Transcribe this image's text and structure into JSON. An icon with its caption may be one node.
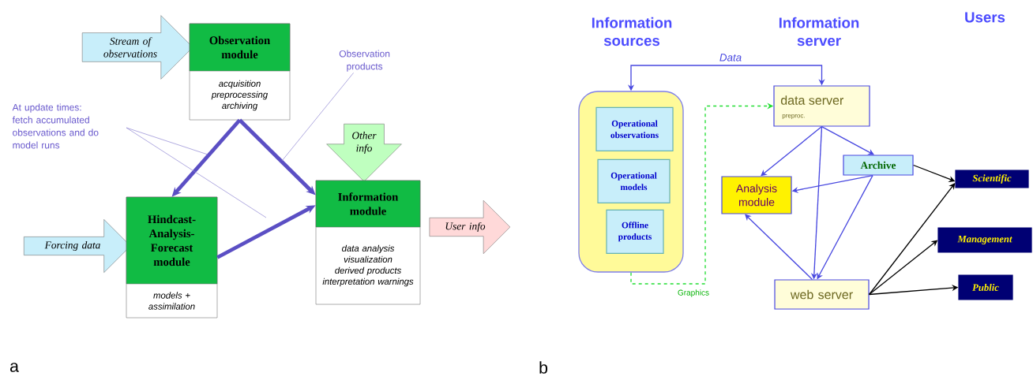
{
  "diagram": {
    "nodes": [
      {
        "text": [
          "Stream of observations"
        ]
      },
      {
        "text": [
          "Observation module",
          "acquisition preprocessing archiving"
        ]
      },
      {
        "text": [
          "Hindcast-Analysis-Forecast module",
          "models + assimilation"
        ]
      },
      {
        "text": [
          "Information module",
          "data analysis visualization derived products interpretation warnings"
        ]
      },
      {
        "text": [
          "Forcing data"
        ]
      },
      {
        "text": [
          "Other info"
        ]
      },
      {
        "text": [
          "User info"
        ]
      },
      {
        "text": [
          "At update times: fetch accumulated observations and do model runs"
        ]
      },
      {
        "text": [
          "Observation products"
        ]
      },
      {
        "text": [],
        "shape": "box"
      },
      {
        "text": [
          "Operational observations"
        ],
        "in": 9
      },
      {
        "text": [
          "Operational models"
        ],
        "in": 9
      },
      {
        "text": [
          "Offline products"
        ],
        "in": 9
      },
      {
        "text": [
          "data server",
          "preproc."
        ]
      },
      {
        "text": [
          "Archive"
        ]
      },
      {
        "text": [
          "Analysis module"
        ]
      },
      {
        "text": [
          "web server"
        ]
      },
      {
        "text": [
          "Scientific"
        ]
      },
      {
        "text": [
          "Management"
        ]
      },
      {
        "text": [
          "Public"
        ]
      }
    ],
    "edges": [
      {
        "from": 1,
        "to": 2,
        "arrow": "to",
        "style": "thick",
        "color": "#5b4fc4"
      },
      {
        "from": 1,
        "to": 3,
        "arrow": "to",
        "style": "thick",
        "color": "#5b4fc4"
      },
      {
        "from": 2,
        "to": 3,
        "arrow": "to",
        "style": "thick",
        "color": "#5b4fc4"
      },
      {
        "from": 7,
        "to": null,
        "arrow": "none",
        "color": "#8a80d0"
      },
      {
        "from": 7,
        "to": null,
        "arrow": "none",
        "color": "#8a80d0"
      },
      {
        "from": 8,
        "to": null,
        "arrow": "none",
        "color": "#8a80d0"
      },
      {
        "from": 9,
        "to": 13,
        "arrow": "both",
        "label": "Data"
      },
      {
        "from": 9,
        "to": 13,
        "arrow": "to",
        "label": "Graphics",
        "style": "dashed",
        "color": "#22dd33"
      },
      {
        "from": 13,
        "to": 15,
        "arrow": "to"
      },
      {
        "from": 13,
        "to": 14,
        "arrow": "to"
      },
      {
        "from": 13,
        "to": 16,
        "arrow": "to"
      },
      {
        "from": 14,
        "to": 15,
        "arrow": "to"
      },
      {
        "from": 14,
        "to": 16,
        "arrow": "to"
      },
      {
        "from": 16,
        "to": 15,
        "arrow": "to"
      },
      {
        "from": 14,
        "to": 17,
        "arrow": "to",
        "color": "#000000"
      },
      {
        "from": 16,
        "to": 17,
        "arrow": "to",
        "color": "#000000"
      },
      {
        "from": 16,
        "to": 18,
        "arrow": "to",
        "color": "#000000"
      },
      {
        "from": 16,
        "to": 19,
        "arrow": "to",
        "color": "#000000"
      }
    ],
    "labels": [
      "Information sources",
      "Information server",
      "Users",
      "a",
      "b"
    ]
  }
}
